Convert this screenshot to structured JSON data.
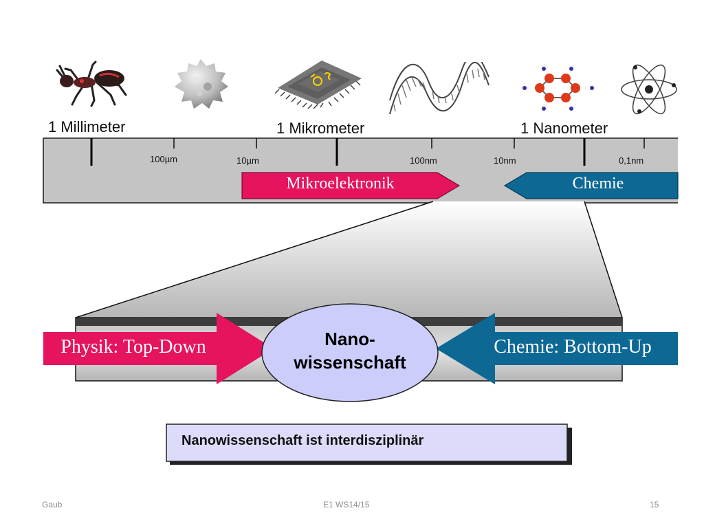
{
  "scale": {
    "major_labels": [
      "1 Millimeter",
      "1 Mikrometer",
      "1 Nanometer"
    ],
    "tick_labels": [
      "100µm",
      "10µm",
      "100nm",
      "10nm",
      "0,1nm"
    ]
  },
  "arrows_top": {
    "left": "Mikroelektronik",
    "right": "Chemie"
  },
  "center": {
    "left_arrow": "Physik: Top-Down",
    "right_arrow": "Chemie: Bottom-Up",
    "ellipse_line1": "Nano-",
    "ellipse_line2": "wissenschaft"
  },
  "banner": "Nanowissenschaft ist interdisziplinär",
  "footer": {
    "left": "Gaub",
    "center": "E1 WS14/15",
    "right": "15"
  },
  "icons": [
    "ant-icon",
    "pollen-grain-icon",
    "microchip-icon",
    "dna-helix-icon",
    "molecule-icon",
    "atom-icon"
  ],
  "colors": {
    "magenta_arrow": "#e6135f",
    "blue_arrow": "#0d6894",
    "ellipse_fill": "#cccdfa",
    "banner_fill": "#dcdcfa",
    "scale_bar": "#c4c4c4"
  }
}
